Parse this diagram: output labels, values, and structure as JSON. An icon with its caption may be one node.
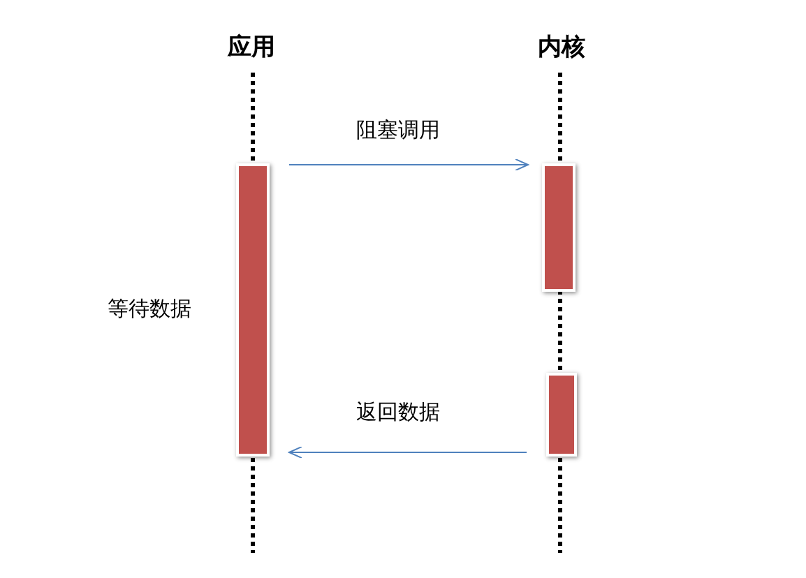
{
  "diagram": {
    "nodes": [
      {
        "text": [
          "应用"
        ]
      },
      {
        "text": [
          "内核"
        ]
      },
      {
        "text": [],
        "shape": "bar",
        "beside": [
          "等待数据"
        ]
      },
      {
        "text": [],
        "shape": "bar"
      },
      {
        "text": [],
        "shape": "bar"
      }
    ],
    "edges": [
      {
        "from": 2,
        "to": 3,
        "arrow": "to",
        "label": "阻塞调用"
      },
      {
        "from": 4,
        "to": 2,
        "arrow": "to",
        "label": "返回数据"
      }
    ]
  }
}
